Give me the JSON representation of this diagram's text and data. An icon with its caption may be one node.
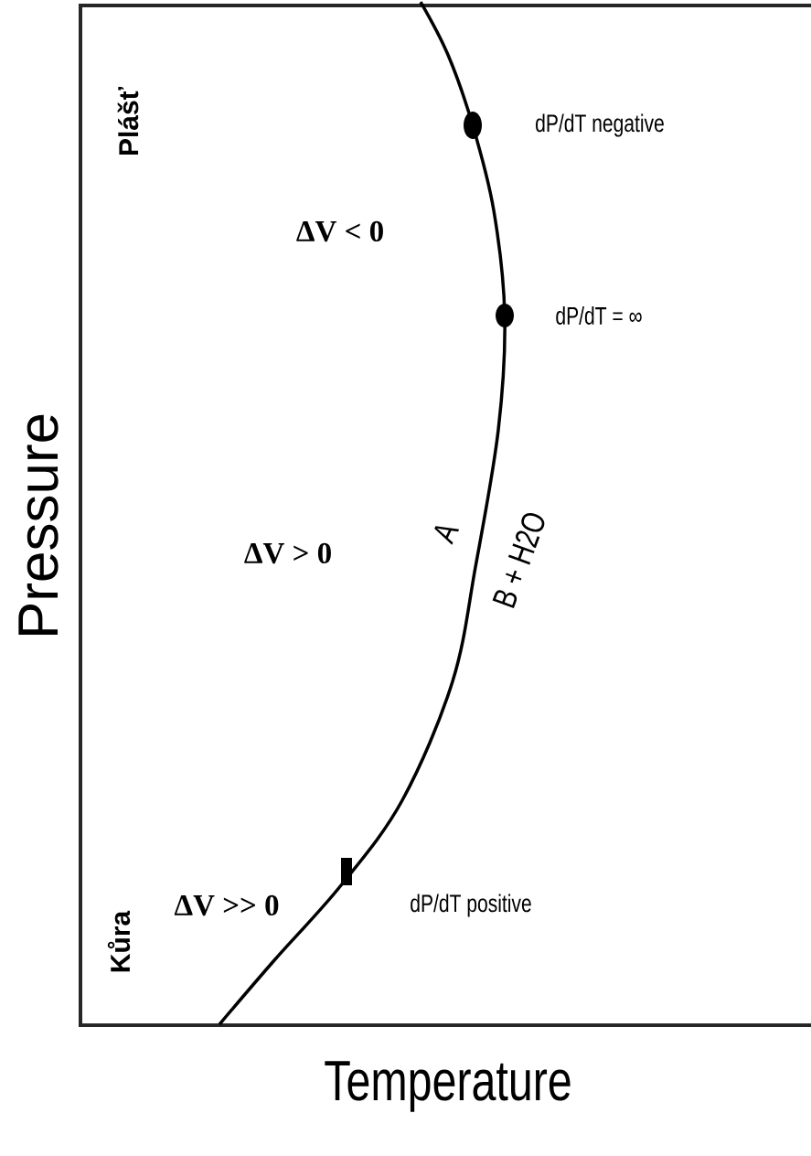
{
  "diagram": {
    "labels": [
      "Plášť",
      "dP/dT  negative",
      "ΔV < 0",
      "dP/dT = ∞",
      "A",
      "B + H2O",
      "ΔV > 0",
      "ΔV >> 0",
      "dP/dT  positive",
      "Kůra",
      "Pressure",
      "Temperature"
    ]
  }
}
